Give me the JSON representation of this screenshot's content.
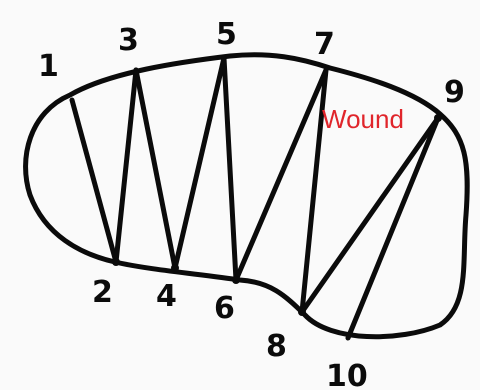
{
  "diagram": {
    "points": [
      {
        "id": "p1",
        "label": "1"
      },
      {
        "id": "p2",
        "label": "2"
      },
      {
        "id": "p3",
        "label": "3"
      },
      {
        "id": "p4",
        "label": "4"
      },
      {
        "id": "p5",
        "label": "5"
      },
      {
        "id": "p6",
        "label": "6"
      },
      {
        "id": "p7",
        "label": "7"
      },
      {
        "id": "p8",
        "label": "8"
      },
      {
        "id": "p9",
        "label": "9"
      },
      {
        "id": "p10",
        "label": "10"
      }
    ],
    "wound_label": "Wound",
    "colors": {
      "ink": "#0b0b0b",
      "wound": "#e0252b",
      "paper": "#fafafa"
    }
  }
}
